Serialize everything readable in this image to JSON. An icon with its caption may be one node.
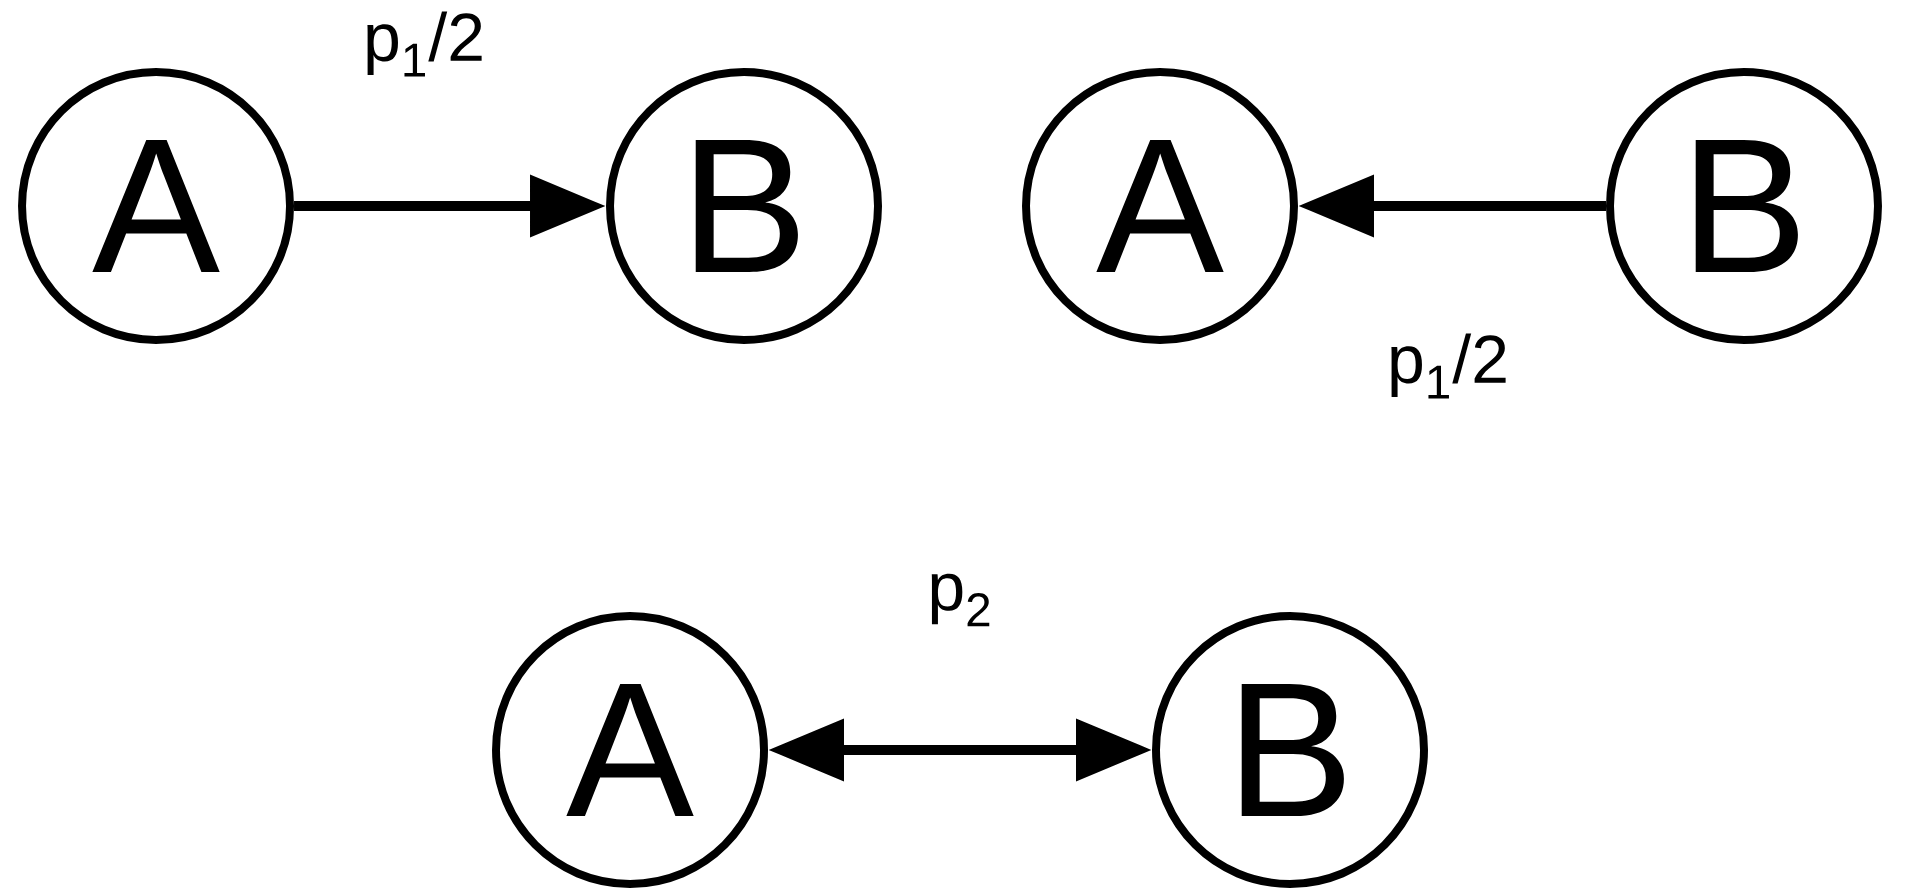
{
  "diagram": {
    "nodes": [
      {
        "text": [
          "A"
        ]
      },
      {
        "text": [
          "B"
        ]
      },
      {
        "text": [
          "A"
        ]
      },
      {
        "text": [
          "B"
        ]
      },
      {
        "text": [
          "A"
        ]
      },
      {
        "text": [
          "B"
        ]
      }
    ],
    "edges": [
      {
        "from": 0,
        "to": 1,
        "arrow": "to",
        "label": "p$_{1}$/2"
      },
      {
        "from": 3,
        "to": 2,
        "arrow": "to",
        "label": "p$_{1}$/2"
      },
      {
        "from": 4,
        "to": 5,
        "arrow": "both",
        "label": "p$_{2}$"
      }
    ]
  }
}
